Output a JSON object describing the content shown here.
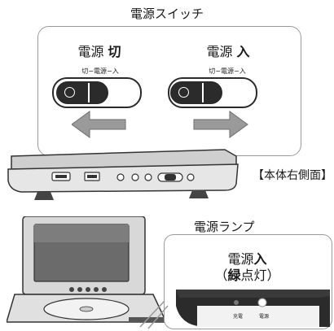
{
  "top_title": "電源スイッチ",
  "power_off": {
    "label_prefix": "電源",
    "label_state": "切",
    "switch_text": "切−電源−入"
  },
  "power_on": {
    "label_prefix": "電源",
    "label_state": "入",
    "switch_text": "切−電源−入"
  },
  "side_label": "【本体右側面】",
  "lamp_title": "電源ランプ",
  "lamp_status": {
    "line1_prefix": "電源",
    "line1_state": "入",
    "line2_open": "（",
    "line2_bold": "緑",
    "line2_rest": "点灯）"
  },
  "panel_labels": {
    "charge": "充電",
    "power": "電源"
  },
  "colors": {
    "outline": "#9a9a9a",
    "device": "#2b2b2b",
    "arrow": "#8f8f8f"
  }
}
